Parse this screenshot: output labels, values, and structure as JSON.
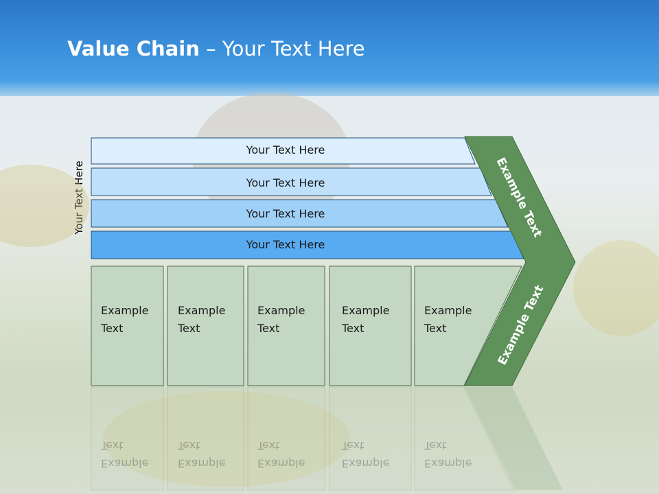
{
  "slide": {
    "title_bold": "Value Chain",
    "title_rest": " – Your Text Here",
    "side_label": "Your Text Here"
  },
  "bars": [
    {
      "label": "Your Text Here",
      "fill": "#ddefff"
    },
    {
      "label": "Your Text Here",
      "fill": "#bfe0fb"
    },
    {
      "label": "Your Text Here",
      "fill": "#9fd0f8"
    },
    {
      "label": "Your Text Here",
      "fill": "#58aaf1"
    }
  ],
  "cells": [
    {
      "line1": "Example",
      "line2": "Text"
    },
    {
      "line1": "Example",
      "line2": "Text"
    },
    {
      "line1": "Example",
      "line2": "Text"
    },
    {
      "line1": "Example",
      "line2": "Text"
    },
    {
      "line1": "Example",
      "line2": "Text"
    }
  ],
  "chevron": {
    "upper_text": "Example Text",
    "lower_text": "Example Text",
    "fill": "#5f925b"
  },
  "colors": {
    "cell_fill": "#c4d7c3",
    "bar_stroke": "#1f4e79",
    "header": "#2a78c7"
  }
}
